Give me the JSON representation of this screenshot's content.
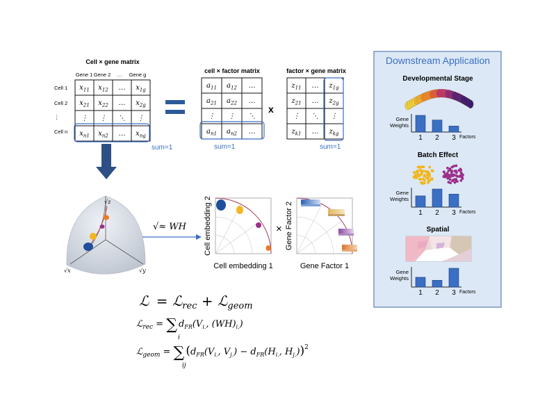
{
  "cell_gene": {
    "title": "Cell × gene matrix",
    "col_headers": [
      "Gene 1",
      "Gene 2",
      "…",
      "Gene g"
    ],
    "row_labels": [
      "Cell 1",
      "Cell 2",
      "⋮",
      "Cell n"
    ],
    "cells": [
      [
        "x11",
        "x12",
        "…",
        "x1g"
      ],
      [
        "x21",
        "x22",
        "…",
        "x2g"
      ],
      [
        "⋮",
        "⋮",
        "⋱",
        "⋮"
      ],
      [
        "xn1",
        "xn2",
        "…",
        "xng"
      ]
    ],
    "sum_label": "sum=1"
  },
  "equals_sign": "=",
  "cell_factor": {
    "title": "cell × factor matrix",
    "cells": [
      [
        "a11",
        "a12",
        "…"
      ],
      [
        "a21",
        "a22",
        "…"
      ],
      [
        "⋮",
        "⋮",
        "⋱"
      ],
      [
        "an1",
        "an2",
        "…"
      ]
    ],
    "sum_label": "sum=1"
  },
  "times_sign": "x",
  "factor_gene": {
    "title": "factor × gene matrix",
    "cells": [
      [
        "z11",
        "…",
        "z1g"
      ],
      [
        "z21",
        "…",
        "z2g"
      ],
      [
        "⋮",
        "⋱",
        "⋮"
      ],
      [
        "zk1",
        "…",
        "zkg"
      ]
    ],
    "sum_label": "sum=1"
  },
  "sphere": {
    "axis_labels": [
      "√z",
      "√x",
      "√y"
    ],
    "approx_label": "√≈ WH"
  },
  "cell_embedding": {
    "xlabel": "Cell embedding 1",
    "ylabel": "Cell embedding 2",
    "cluster_colors": [
      "#1f4e9c",
      "#f2b61e",
      "#9b2f8a",
      "#ee7a22"
    ]
  },
  "cross_sign": "×",
  "gene_factor": {
    "xlabel": "Gene Factor 1",
    "ylabel": "Gene Factor 2"
  },
  "loss": {
    "total": "ℒ = ℒrec + ℒgeom",
    "rec": "ℒrec = Σi dFR(Vi., (WH)i.)",
    "geom": "ℒgeom = Σij ( dFR(Vi., Vj.) − dFR(Hi., Hj.) )2"
  },
  "downstream": {
    "title": "Downstream Application",
    "accent": "#3a6fc4",
    "panel_bg": "#dce8f5",
    "bar_color": "#3a6fc4",
    "sections": [
      {
        "title": "Developmental Stage",
        "ylabel": "Gene Weights",
        "xlabel": "Factors",
        "ticks": [
          "1",
          "2",
          "3"
        ],
        "values": [
          1.0,
          0.72,
          0.36
        ]
      },
      {
        "title": "Batch Effect",
        "ylabel": "Gene Weights",
        "xlabel": "Factors",
        "ticks": [
          "1",
          "2",
          "3"
        ],
        "values": [
          0.62,
          1.0,
          0.72
        ]
      },
      {
        "title": "Spatial",
        "ylabel": "Gene Weights",
        "xlabel": "Factors",
        "ticks": [
          "1",
          "2",
          "3"
        ],
        "values": [
          0.52,
          0.36,
          1.0
        ]
      }
    ]
  }
}
